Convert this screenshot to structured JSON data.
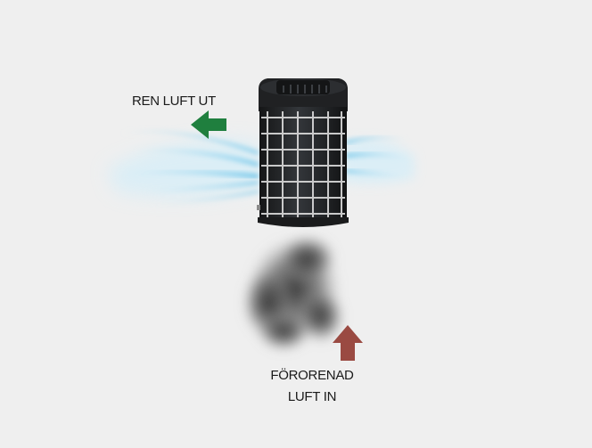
{
  "labels": {
    "clean_air_out": "REN LUFT UT",
    "polluted_air_in_line1": "FÖRORENAD",
    "polluted_air_in_line2": "LUFT IN"
  },
  "colors": {
    "background": "#efefef",
    "clean_arrow": "#1f7f3e",
    "polluted_arrow": "#9a4a42",
    "filter_body": "#1e1f21",
    "filter_grid": "#dcdcdc",
    "airflow": "#8fd0f0",
    "smoke": "#4a4a4a"
  },
  "icons": {
    "clean_arrow": "arrow-left-icon",
    "polluted_arrow": "arrow-up-icon",
    "filter": "cylindrical-air-filter",
    "airflow": "blue-airflow-streaks",
    "smoke": "grey-smoke-cloud"
  }
}
